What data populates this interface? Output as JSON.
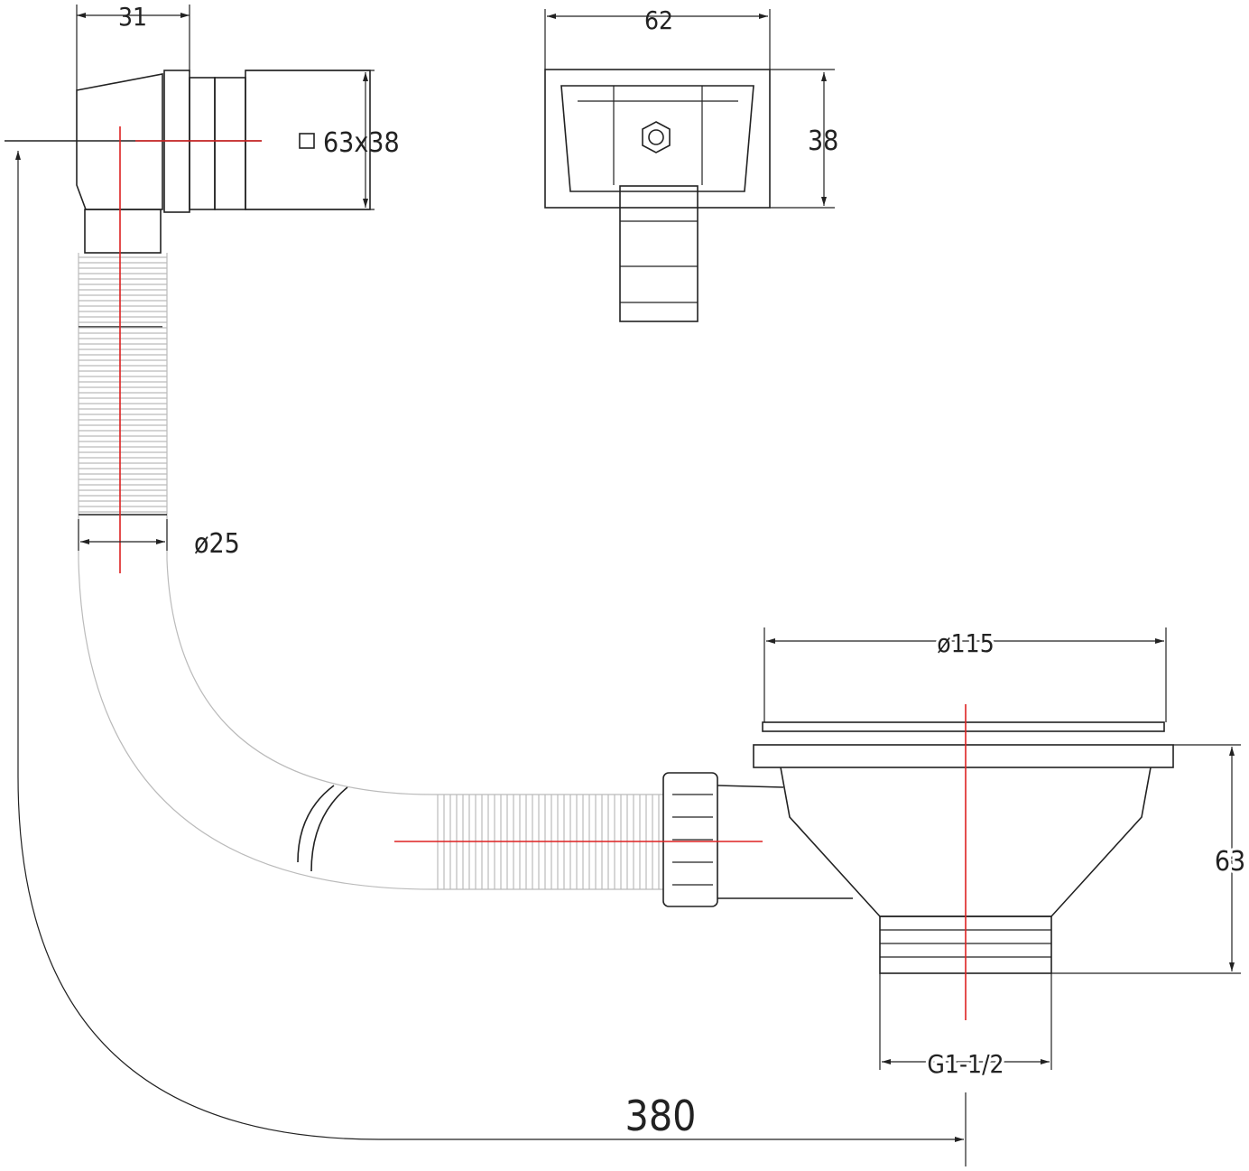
{
  "dimensions": {
    "fitting_width": "31",
    "overflow_width": "62",
    "overflow_size": "63x38",
    "overflow_height": "38",
    "hose_diameter": "ø25",
    "strainer_diameter": "ø115",
    "strainer_height": "63",
    "thread": "G1-1/2",
    "length": "380"
  },
  "colors": {
    "line": "#222222",
    "centerline": "#dd2222",
    "hose": "#bbbbbb"
  }
}
